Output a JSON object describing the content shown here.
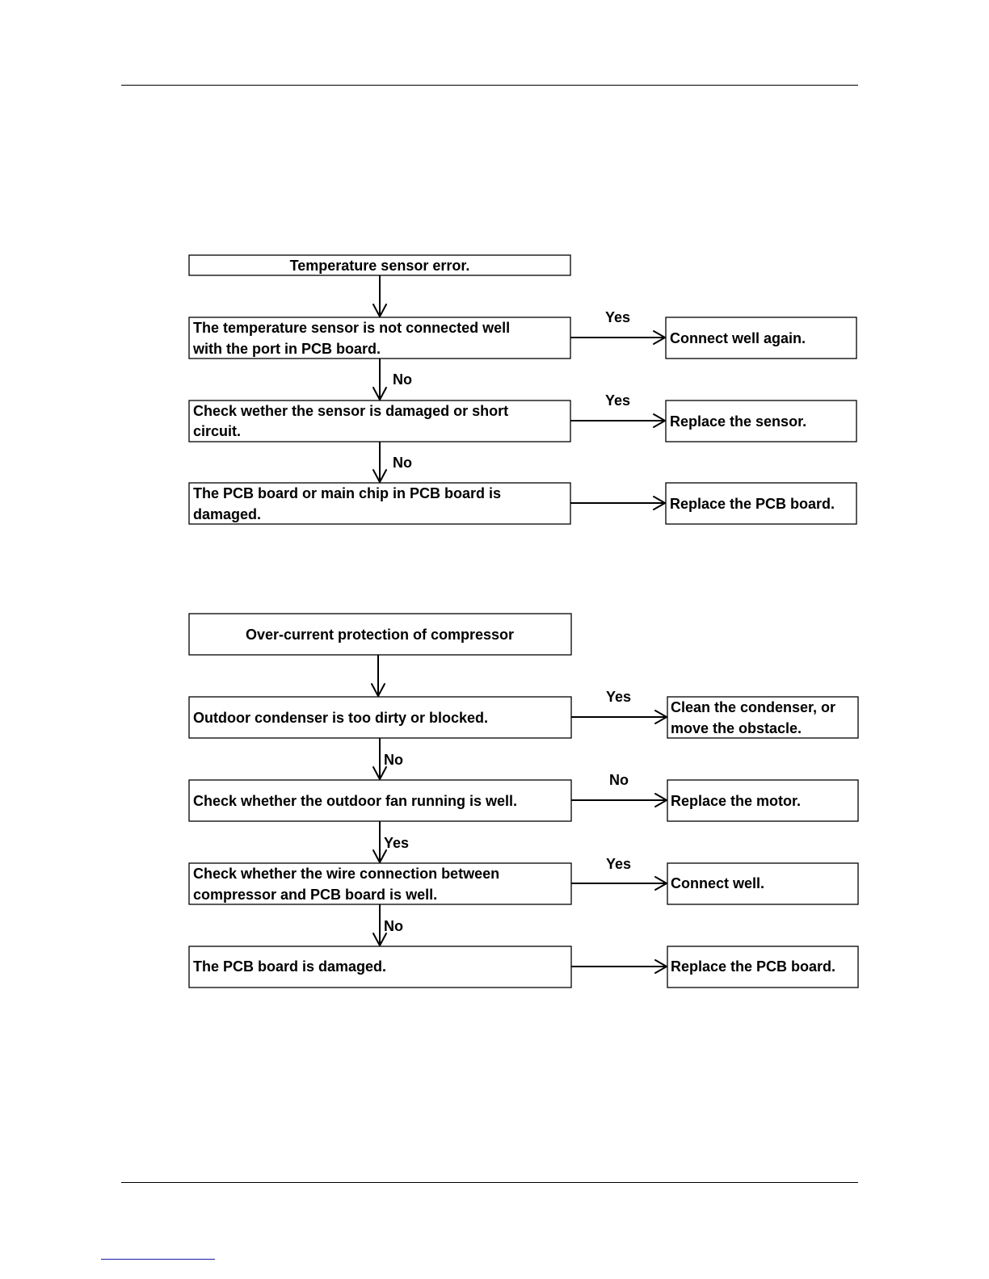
{
  "flowchart_1": {
    "start": "Temperature sensor error.",
    "step1": [
      "The temperature sensor is not connected well",
      "with  the port in PCB board."
    ],
    "step1_yes_label": "Yes",
    "step1_yes_action": "Connect well again.",
    "step1_no_label": "No",
    "step2": [
      "Check wether the sensor is damaged or short",
      "circuit."
    ],
    "step2_yes_label": "Yes",
    "step2_yes_action": "Replace the sensor.",
    "step2_no_label": "No",
    "step3": [
      "The PCB board or main chip in PCB board is",
      "damaged."
    ],
    "step3_action": "Replace the PCB board."
  },
  "flowchart_2": {
    "start": "Over-current protection of compressor",
    "step1": "Outdoor condenser is too dirty or blocked.",
    "step1_yes_label": "Yes",
    "step1_yes_action": [
      "Clean the condenser, or",
      "move the obstacle."
    ],
    "step1_no_label": "No",
    "step2": "Check whether the outdoor fan running is well.",
    "step2_no_label": "No",
    "step2_no_action": "Replace the motor.",
    "step2_yes_label": "Yes",
    "step3": [
      "Check whether the wire connection between",
      "compressor and PCB board is well."
    ],
    "step3_yes_label": "Yes",
    "step3_yes_action": "Connect well.",
    "step3_no_label": "No",
    "step4": "The PCB board is damaged.",
    "step4_action": "Replace the PCB board."
  }
}
